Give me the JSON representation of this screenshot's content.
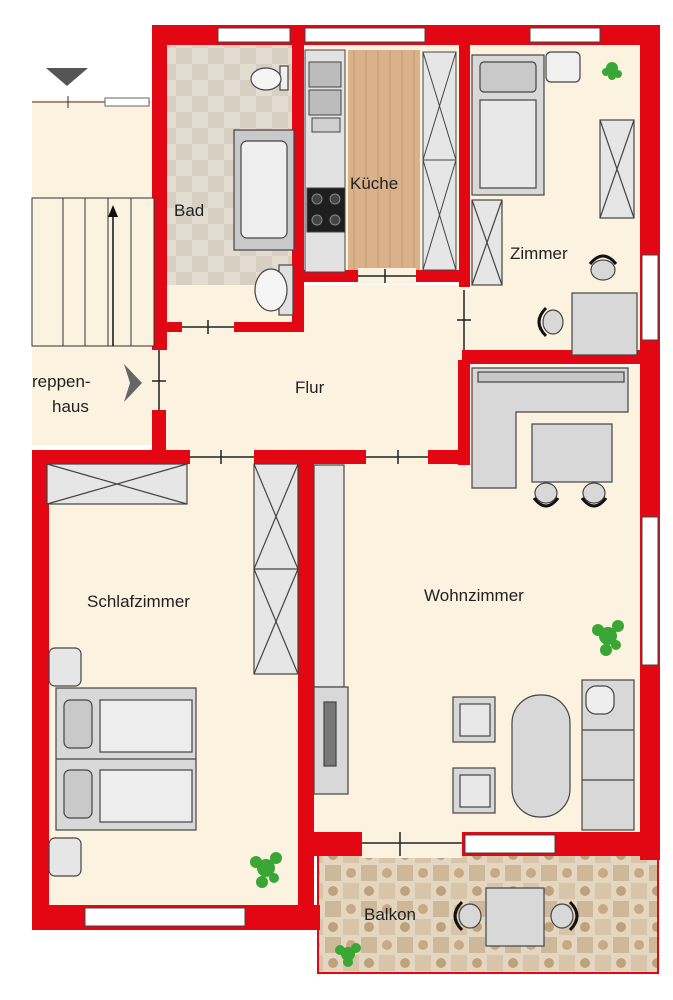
{
  "colors": {
    "wall": "#e30613",
    "floor": "#fbf3e0",
    "bath_tile": "#ddd6c9",
    "kitchen_floor": "#d9b18a",
    "balcony_tile": "#d6c8b0",
    "furniture": "#d8d8d8",
    "window_frame": "#ffffff",
    "plant": "#3aa635"
  },
  "icons": [
    "staircase-arrow-icon",
    "entrance-arrow-icon",
    "plant-icon",
    "chair-icon",
    "toilet-icon",
    "sink-icon",
    "stove-icon"
  ],
  "rooms": {
    "bad": "Bad",
    "kueche": "Küche",
    "zimmer": "Zimmer",
    "treppenhaus_line1": "reppen-",
    "treppenhaus_line2": "haus",
    "flur": "Flur",
    "schlafzimmer": "Schlafzimmer",
    "wohnzimmer": "Wohnzimmer",
    "balkon": "Balkon"
  }
}
